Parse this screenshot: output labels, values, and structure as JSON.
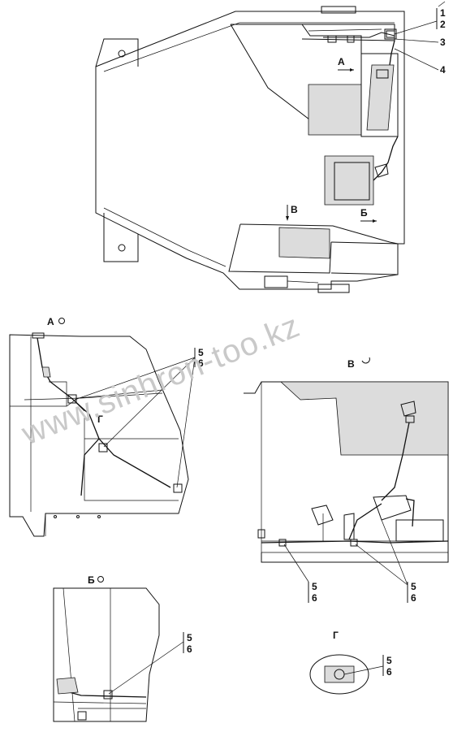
{
  "watermark": "www.sinhron-too.kz",
  "views": {
    "a": "А",
    "b": "Б",
    "v": "В",
    "g": "Г"
  },
  "callouts": {
    "c1": "1",
    "c2": "2",
    "c3": "3",
    "c4": "4",
    "c5": "5",
    "c6": "6"
  }
}
